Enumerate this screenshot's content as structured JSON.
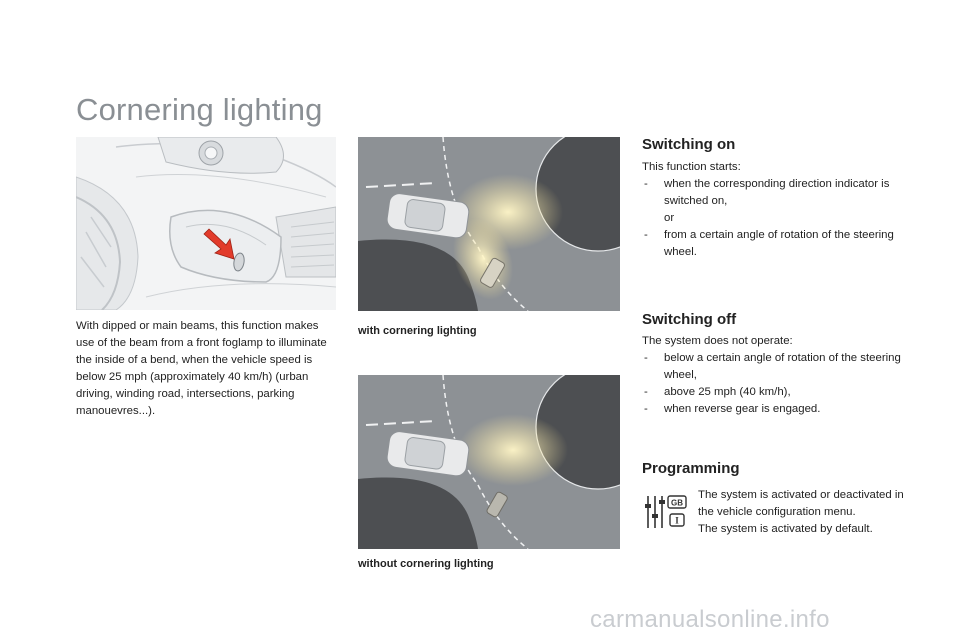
{
  "page": {
    "title": "Cornering lighting"
  },
  "intro": {
    "text": "With dipped or main beams, this function makes use of the beam from a front foglamp to illuminate the inside of a bend, when the vehicle speed is below 25 mph (approximately 40 km/h) (urban driving, winding road, intersections, parking manouevres...)."
  },
  "captions": {
    "with": "with cornering lighting",
    "without": "without cornering lighting"
  },
  "switching_on": {
    "heading": "Switching on",
    "intro": "This function starts:",
    "bullet1": "when the corresponding direction indicator is switched on,",
    "or": "or",
    "bullet2": "from a certain angle of rotation of the steering wheel."
  },
  "switching_off": {
    "heading": "Switching off",
    "intro": "The system does not operate:",
    "bullets": [
      "below a certain angle of rotation of the steering wheel,",
      "above 25 mph (40 km/h),",
      "when reverse gear is engaged."
    ]
  },
  "programming": {
    "heading": "Programming",
    "text1": "The system is activated or deactivated in the vehicle configuration menu.",
    "text2": "The system is activated by default.",
    "icon_labels": [
      "GB",
      "I"
    ]
  },
  "dash": "-",
  "watermark": "carmanualsonline.info"
}
